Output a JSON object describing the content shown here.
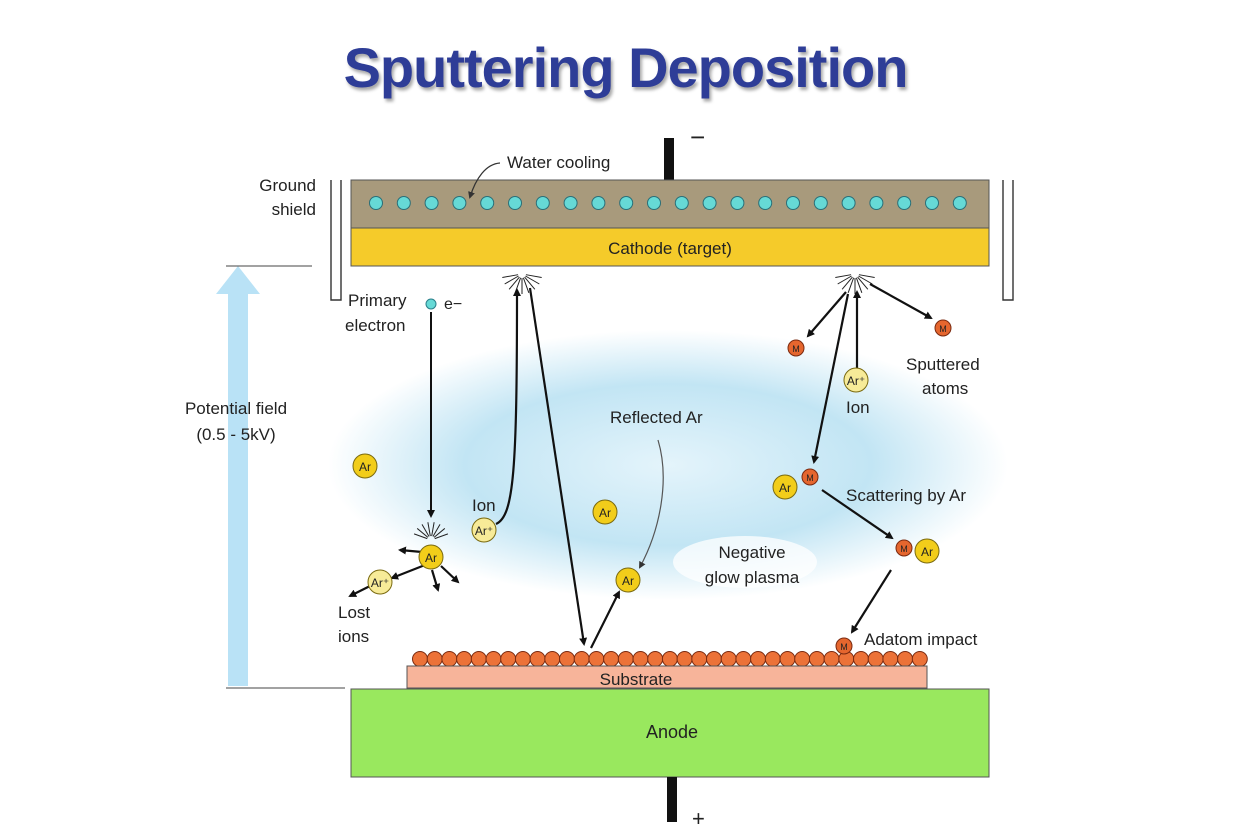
{
  "title": "Sputtering Deposition",
  "labels": {
    "water_cooling": "Water cooling",
    "ground_shield_1": "Ground",
    "ground_shield_2": "shield",
    "cathode": "Cathode (target)",
    "primary_electron_1": "Primary",
    "primary_electron_2": "electron",
    "electron_symbol": "e−",
    "potential_field_1": "Potential field",
    "potential_field_2": "(0.5 - 5kV)",
    "ion_left": "Ion",
    "ion_right": "Ion",
    "reflected_ar": "Reflected Ar",
    "sputtered_atoms_1": "Sputtered",
    "sputtered_atoms_2": "atoms",
    "scattering_by_ar": "Scattering by Ar",
    "negative_glow_1": "Negative",
    "negative_glow_2": "glow plasma",
    "lost_ions_1": "Lost",
    "lost_ions_2": "ions",
    "adatom_impact": "Adatom impact",
    "substrate": "Substrate",
    "anode": "Anode",
    "minus_sign": "−",
    "plus_sign": "+"
  },
  "particles": {
    "ar": "Ar",
    "ar_ion": "Ar⁺",
    "metal": "M"
  },
  "colors": {
    "title": "#2e3d97",
    "cooling_block": "#a89a7c",
    "cooling_dot": "#66d9d6",
    "cathode": "#f5cb2a",
    "anode": "#99e85e",
    "substrate": "#f7b49a",
    "deposit": "#ec7238",
    "ar_atom": "#f2cd1a",
    "ar_ion": "#f7eb98",
    "metal_atom": "#e5662e",
    "plasma": "#bfe3f3",
    "potential_arrow": "#b9e2f6"
  }
}
